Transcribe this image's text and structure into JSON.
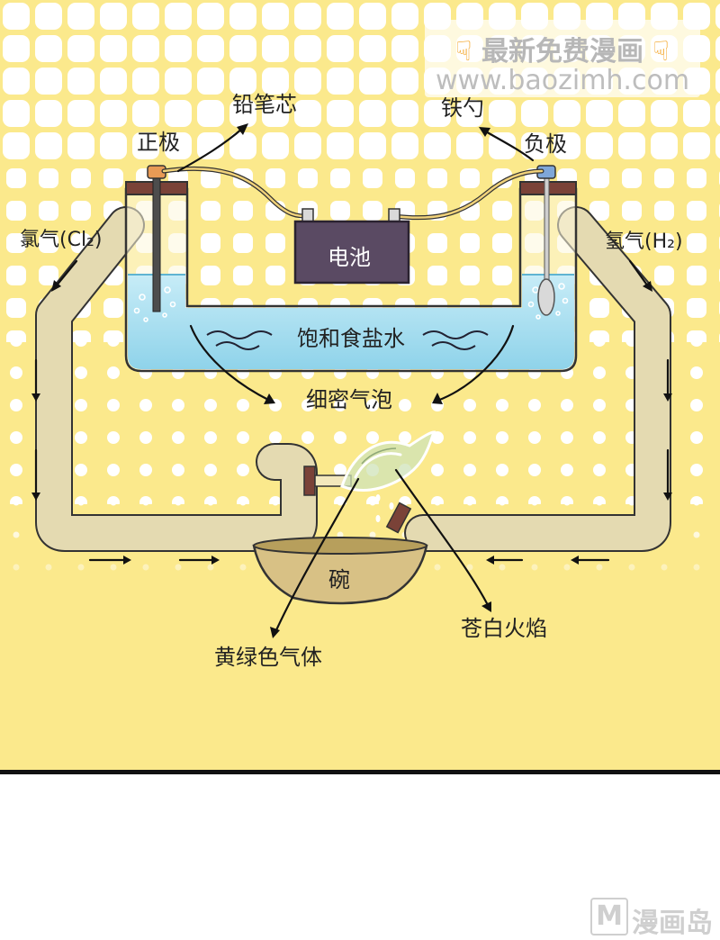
{
  "labels": {
    "lead_core": "铅笔芯",
    "positive": "正极",
    "iron_spoon": "铁勺",
    "negative": "负极",
    "chlorine": "氯气(Cl₂)",
    "hydrogen": "氢气(H₂)",
    "battery": "电池",
    "brine": "饱和食盐水",
    "bubbles": "细密气泡",
    "bowl": "碗",
    "pale_flame": "苍白火焰",
    "yellow_green_gas": "黄绿色气体"
  },
  "watermark": {
    "line1": "最新免费漫画",
    "line2": "www.baozimh.com",
    "corner_letter": "M",
    "corner_text": "漫画岛"
  },
  "colors": {
    "background_yellow": "#fbe98c",
    "dot_white": "#ffffff",
    "water_blue": "#9fdcef",
    "battery_purple": "#5a4a63",
    "electrode_cap": "#7a4238",
    "tube_cream": "#f3e8bc",
    "bowl_tan": "#d8c185"
  },
  "icons": {
    "hand": "pointing-hand-icon"
  }
}
